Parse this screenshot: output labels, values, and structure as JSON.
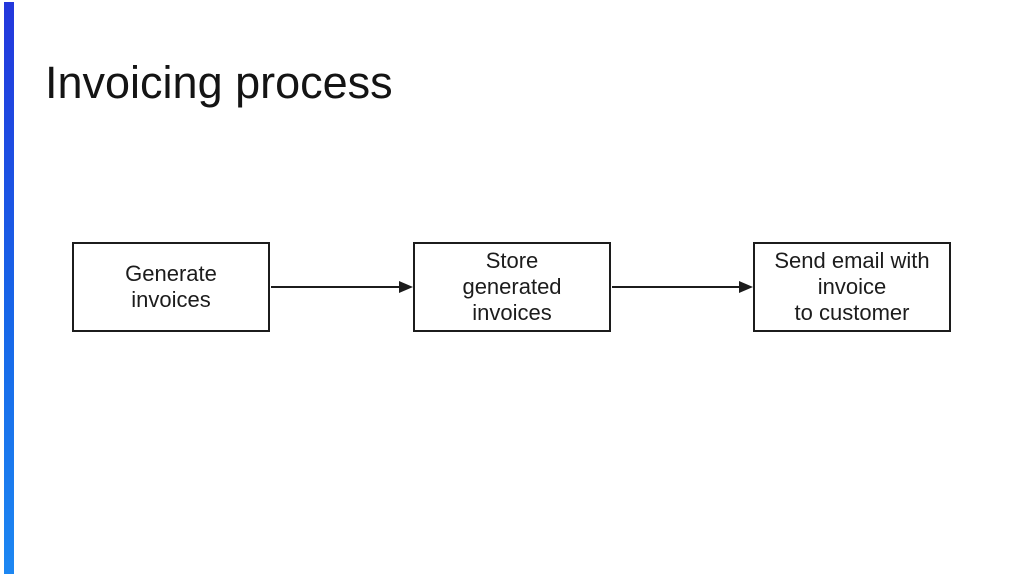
{
  "slide": {
    "title": "Invoicing process",
    "background_color": "#ffffff",
    "accent_bar": {
      "color_top": "#2337dc",
      "color_bottom": "#1d87f2"
    },
    "text_color": "#1c1c1c"
  },
  "diagram": {
    "type": "flowchart",
    "direction": "left-to-right",
    "nodes": [
      {
        "id": "generate",
        "label": "Generate\ninvoices"
      },
      {
        "id": "store",
        "label": "Store\ngenerated\ninvoices"
      },
      {
        "id": "send",
        "label": "Send email with\ninvoice\nto customer"
      }
    ],
    "edges": [
      {
        "from": "generate",
        "to": "store"
      },
      {
        "from": "store",
        "to": "send"
      }
    ]
  }
}
